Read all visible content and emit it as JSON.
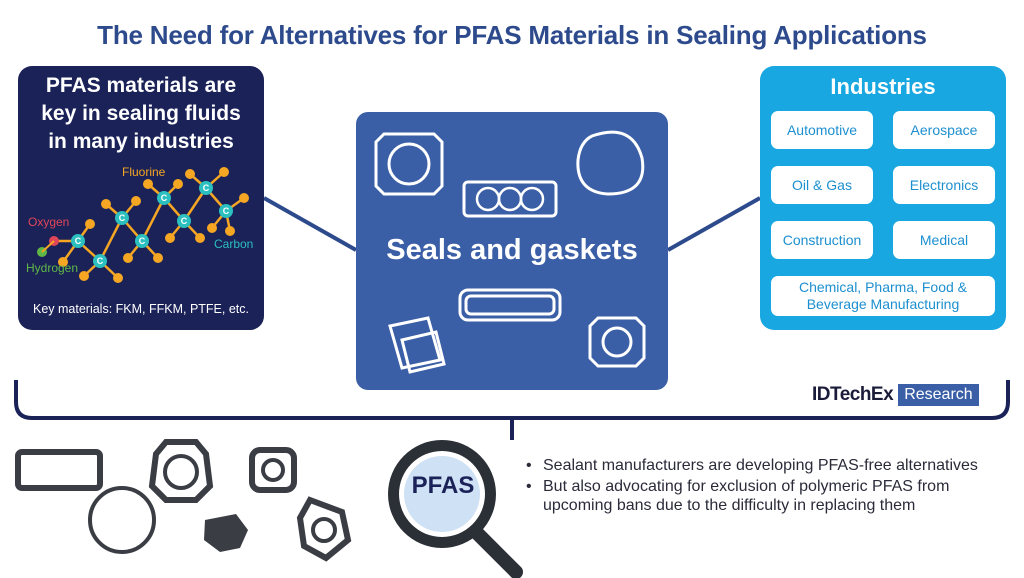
{
  "title": "The Need for Alternatives for PFAS Materials in Sealing Applications",
  "left_panel": {
    "heading_lines": [
      "PFAS materials are",
      "key in sealing fluids",
      "in many industries"
    ],
    "atom_labels": {
      "fluorine": "Fluorine",
      "oxygen": "Oxygen",
      "hydrogen": "Hydrogen",
      "carbon": "Carbon",
      "carbon_symbol": "C"
    },
    "footer": "Key materials: FKM, FFKM, PTFE, etc."
  },
  "center_panel": {
    "label": "Seals and gaskets"
  },
  "right_panel": {
    "title": "Industries",
    "industries": [
      "Automotive",
      "Aerospace",
      "Oil & Gas",
      "Electronics",
      "Construction",
      "Medical",
      "Chemical, Pharma, Food & Beverage Manufacturing"
    ]
  },
  "logo": {
    "brand": "IDTechEx",
    "tag": "Research"
  },
  "magnifier_label": "PFAS",
  "bullets": [
    "Sealant manufacturers are developing PFAS-free alternatives",
    "But also advocating for exclusion of polymeric PFAS from upcoming bans due to the difficulty in replacing them"
  ],
  "colors": {
    "navy": "#1b2258",
    "blue": "#3b5fa6",
    "cyan": "#18a7e0",
    "orange": "#f5a623",
    "teal": "#2bbfbf",
    "red": "#e0465a",
    "green": "#5fb846",
    "title": "#2c4a8c"
  }
}
